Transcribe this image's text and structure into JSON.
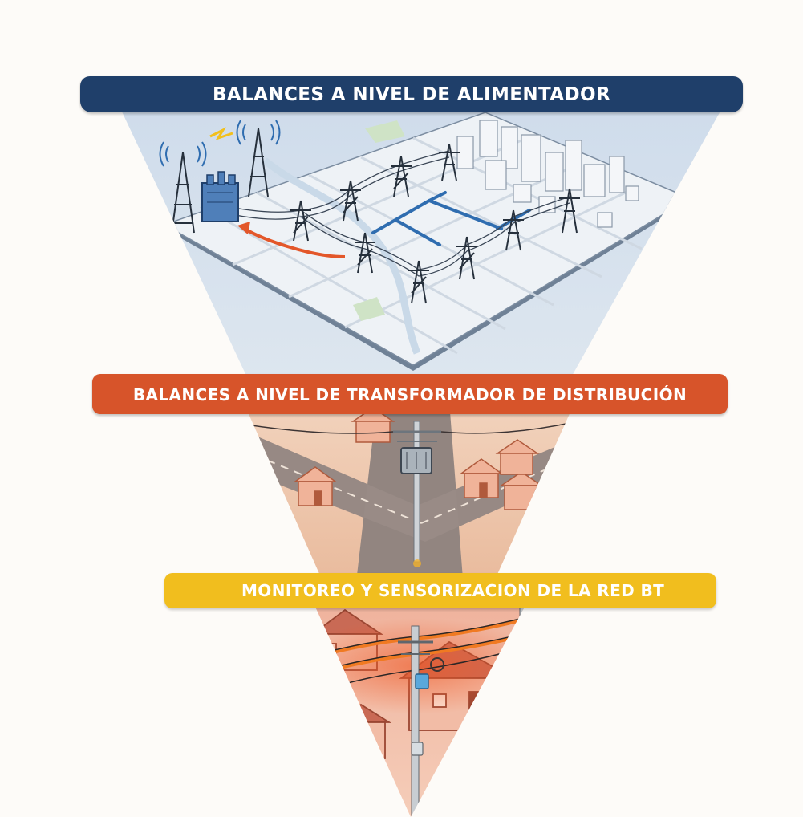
{
  "tiers": {
    "feeder": {
      "label": "BALANCES A NIVEL DE ALIMENTADOR",
      "color": "#1f3f6a"
    },
    "transformer": {
      "label": "BALANCES A NIVEL DE TRANSFORMADOR DE DISTRIBUCIÓN",
      "color": "#d7542a"
    },
    "lv_network": {
      "label": "MONITOREO Y SENSORIZACION DE LA RED BT",
      "color": "#f1be1e"
    }
  },
  "icons": [
    "substation-transformer-icon",
    "radio-tower-icon",
    "lightning-icon",
    "transmission-tower-icon",
    "city-buildings-icon",
    "distribution-pole-icon",
    "pole-transformer-icon",
    "house-icon",
    "smart-meter-icon"
  ]
}
